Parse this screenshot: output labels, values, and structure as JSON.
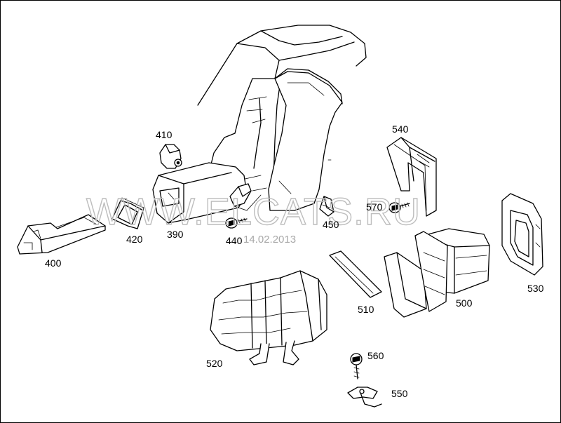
{
  "watermark": "WWW.ELCATS.RU",
  "date": "14.02.2013",
  "part_numbers": {
    "p390": "390",
    "p400": "400",
    "p410": "410",
    "p420": "420",
    "p440": "440",
    "p450": "450",
    "p500": "500",
    "p510": "510",
    "p520": "520",
    "p530": "530",
    "p540": "540",
    "p550": "550",
    "p560": "560",
    "p570": "570"
  }
}
